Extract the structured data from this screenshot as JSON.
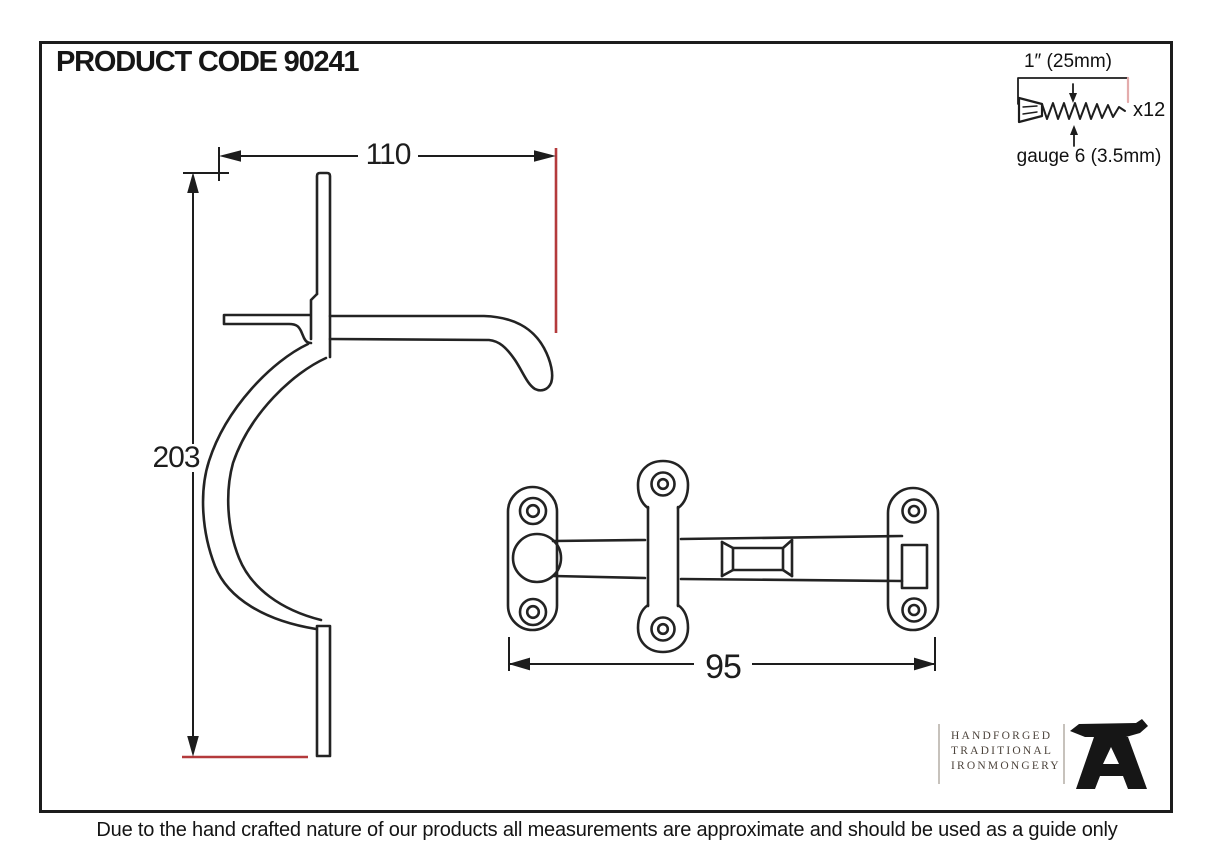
{
  "title": "PRODUCT CODE 90241",
  "side_view": {
    "width_mm": "110",
    "height_mm": "203"
  },
  "latch_assembly": {
    "length_mm": "95"
  },
  "screws": {
    "length_label": "1″ (25mm)",
    "quantity_label": "x12",
    "gauge_label": "gauge 6 (3.5mm)",
    "icon": "screw-icon"
  },
  "logo": {
    "line1": "HANDFORGED",
    "line2": "TRADITIONAL",
    "line3": "IRONMONGERY",
    "icon": "anvil-icon"
  },
  "disclaimer": "Due to the hand crafted nature of our products all measurements are approximate and should be used as a guide only",
  "colors": {
    "ink": "#232323",
    "dimension_red": "#b43a3c",
    "bracket_pink": "#e4acac",
    "logo_text": "#4d443c"
  }
}
